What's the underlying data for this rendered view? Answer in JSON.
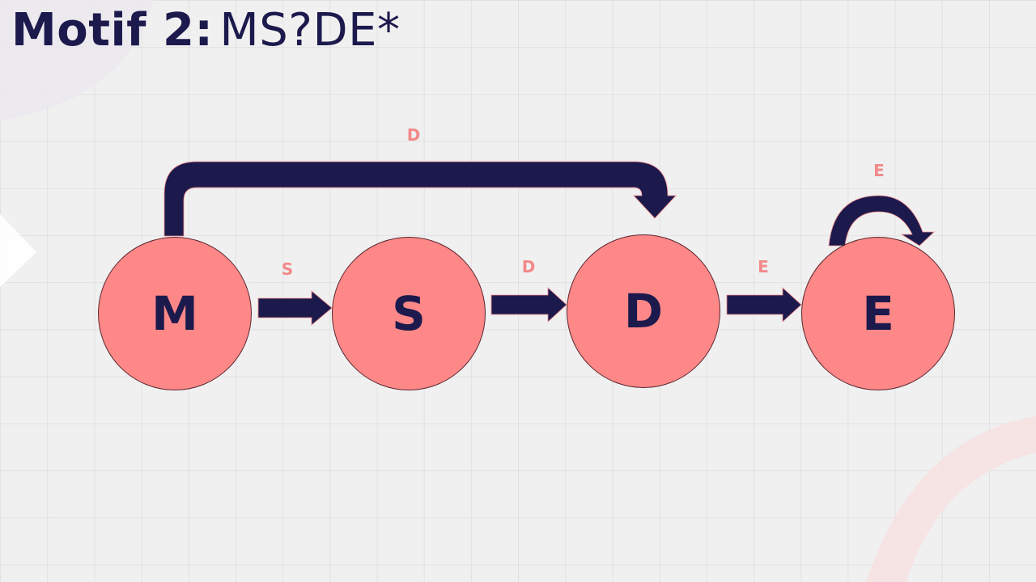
{
  "title": {
    "prefix": "Motif 2:",
    "pattern": "MS?DE*"
  },
  "colors": {
    "node_fill": "#fe8887",
    "arrow": "#1c1a4d",
    "edge_label": "#f2898a",
    "text": "#1c1a4d",
    "background": "#f0f0f0"
  },
  "nodes": [
    {
      "id": "M",
      "label": "M"
    },
    {
      "id": "S",
      "label": "S"
    },
    {
      "id": "D",
      "label": "D"
    },
    {
      "id": "E",
      "label": "E"
    }
  ],
  "edges": [
    {
      "from": "M",
      "to": "S",
      "label": "S"
    },
    {
      "from": "S",
      "to": "D",
      "label": "D"
    },
    {
      "from": "D",
      "to": "E",
      "label": "E"
    },
    {
      "from": "M",
      "to": "D",
      "label": "D"
    },
    {
      "from": "E",
      "to": "E",
      "label": "E"
    }
  ]
}
